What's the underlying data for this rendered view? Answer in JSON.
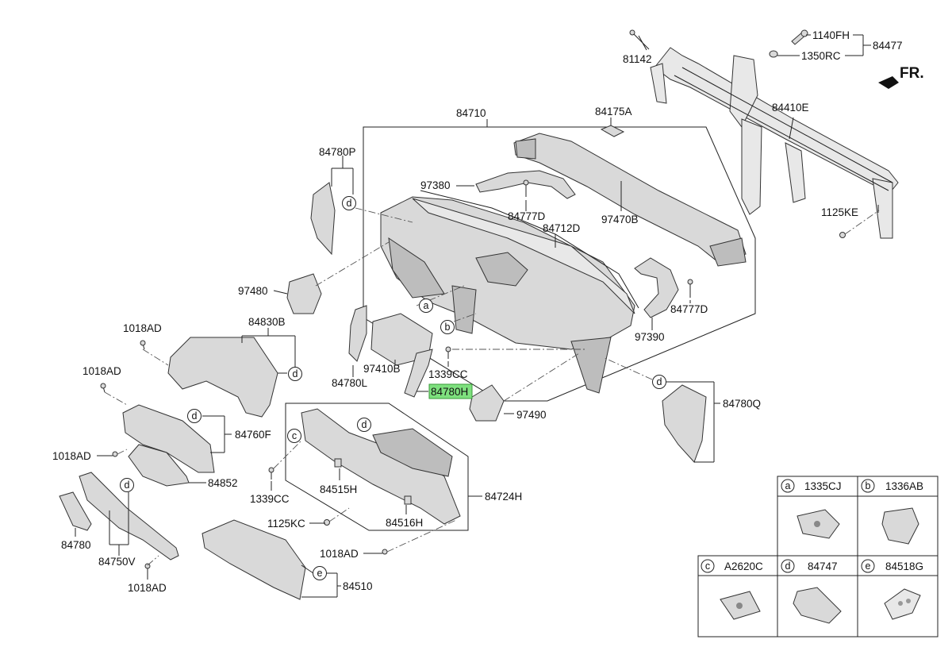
{
  "orientation_label": "FR.",
  "highlighted_part": "84780H",
  "labels": {
    "p81142": "81142",
    "p1140FH": "1140FH",
    "p1350RC": "1350RC",
    "p84477": "84477",
    "p84410E": "84410E",
    "p84175A": "84175A",
    "p84710": "84710",
    "p84780P": "84780P",
    "p97380": "97380",
    "p84777D_top": "84777D",
    "p97470B": "97470B",
    "p84712D": "84712D",
    "p1125KE": "1125KE",
    "p97480": "97480",
    "p84777D_right": "84777D",
    "p97390": "97390",
    "p1018AD_a": "1018AD",
    "p84830B": "84830B",
    "p1018AD_b": "1018AD",
    "p97410B": "97410B",
    "p1339CC_top": "1339CC",
    "p84780L": "84780L",
    "p84780H": "84780H",
    "p97490": "97490",
    "p84780Q": "84780Q",
    "p84760F": "84760F",
    "p1018AD_c": "1018AD",
    "p84852": "84852",
    "p1339CC_bot": "1339CC",
    "p84515H": "84515H",
    "p84724H": "84724H",
    "p1125KC": "1125KC",
    "p84516H": "84516H",
    "p84780": "84780",
    "p84750V": "84750V",
    "p1018AD_d": "1018AD",
    "p1018AD_e": "1018AD",
    "p84510": "84510"
  },
  "callouts": {
    "a1": "a",
    "b1": "b",
    "c1": "c",
    "d1": "d",
    "d2": "d",
    "d3": "d",
    "d4": "d",
    "d5": "d",
    "d6": "d",
    "e1": "e"
  },
  "legend": {
    "cells": [
      {
        "key": "a",
        "part": "1335CJ"
      },
      {
        "key": "b",
        "part": "1336AB"
      },
      {
        "key": "c",
        "part": "A2620C"
      },
      {
        "key": "d",
        "part": "84747"
      },
      {
        "key": "e",
        "part": "84518G"
      }
    ]
  }
}
